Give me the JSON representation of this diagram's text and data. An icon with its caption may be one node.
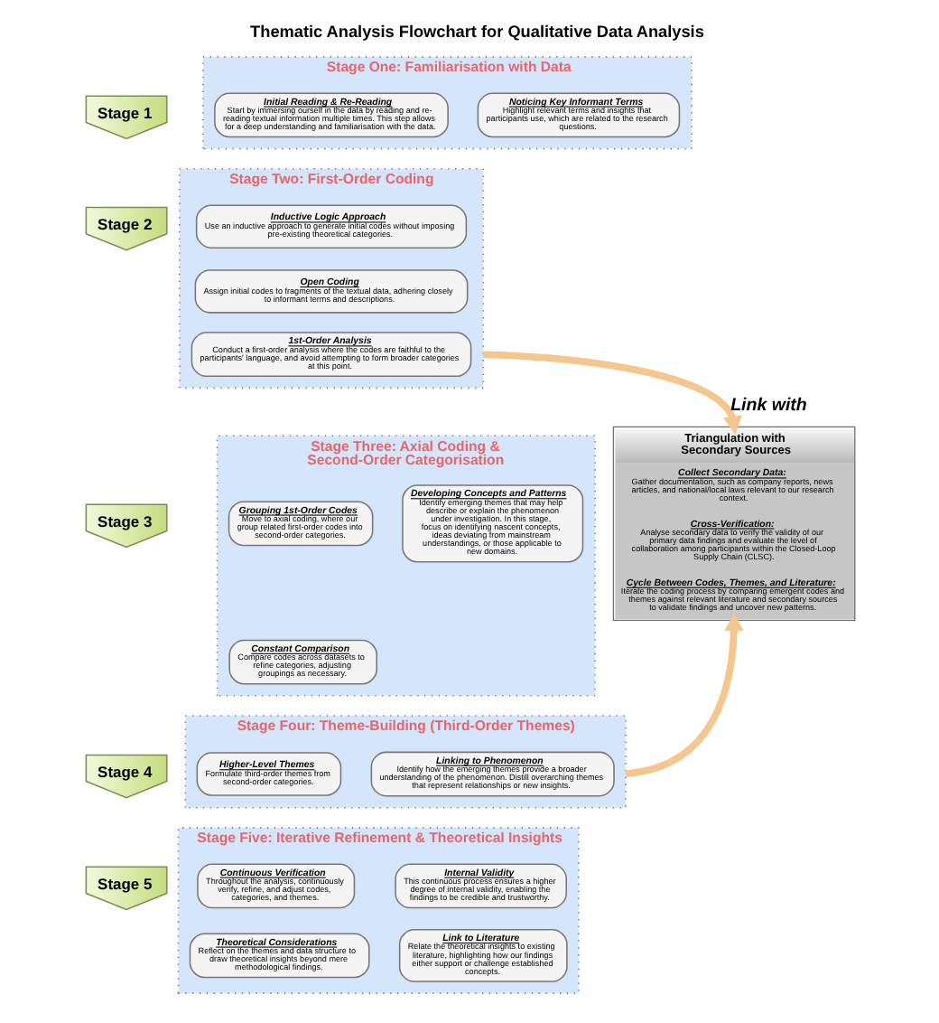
{
  "diagram": {
    "title": "Thematic Analysis Flowchart for Qualitative Data Analysis",
    "nodes": [
      {
        "text": [
          "Stage 1"
        ]
      },
      {
        "text": [
          "Stage One: Familiarisation with Data"
        ]
      },
      {
        "text": [
          "Initial Reading & Re-Reading",
          "Start by immersing ourself in the data by reading and re-reading textual information multiple times. This step allows for a deep understanding and familiarisation with the data."
        ],
        "in": 1
      },
      {
        "text": [
          "Noticing Key Informant Terms",
          "Highlight relevant terms and insights that participants use, which are related to the research questions."
        ],
        "in": 1
      },
      {
        "text": [
          "Stage 2"
        ]
      },
      {
        "text": [
          "Stage Two: First-Order Coding"
        ]
      },
      {
        "text": [
          "Inductive Logic Approach",
          "Use an inductive approach to generate initial codes without imposing pre-existing theoretical categories."
        ],
        "in": 5
      },
      {
        "text": [
          "Open Coding",
          "Assign initial codes to fragments of the textual data, adhering closely to informant terms and descriptions."
        ],
        "in": 5
      },
      {
        "text": [
          "1st-Order Analysis",
          "Conduct a first-order analysis where the codes are faithful to the participants' language, and avoid attempting to form broader categories at this point."
        ],
        "in": 5
      },
      {
        "text": [
          "Stage 3"
        ]
      },
      {
        "text": [
          "Stage Three: Axial Coding & Second-Order Categorisation"
        ]
      },
      {
        "text": [
          "Grouping 1st-Order Codes",
          "Move to axial coding, where our group related first-order codes into second-order categories."
        ],
        "in": 10
      },
      {
        "text": [
          "Developing Concepts and Patterns",
          "Identify emerging themes that may help describe or explain the phenomenon under investigation. In this stage, focus on identifying nascent concepts, ideas deviating from mainstream understandings, or those applicable to new domains."
        ],
        "in": 10
      },
      {
        "text": [
          "Constant Comparison",
          "Compare codes across datasets to refine categories, adjusting groupings as necessary."
        ],
        "in": 10
      },
      {
        "text": [
          "Stage 4"
        ]
      },
      {
        "text": [
          "Stage Four: Theme-Building (Third-Order Themes)"
        ]
      },
      {
        "text": [
          "Higher-Level Themes",
          "Formulate third-order themes from second-order categories."
        ],
        "in": 15
      },
      {
        "text": [
          "Linking to Phenomenon",
          "Identify how the emerging themes provide a broader understanding of the phenomenon. Distill overarching themes that represent relationships or new insights."
        ],
        "in": 15
      },
      {
        "text": [
          "Stage 5"
        ]
      },
      {
        "text": [
          "Stage Five: Iterative Refinement & Theoretical Insights"
        ]
      },
      {
        "text": [
          "Continuous Verification",
          "Throughout the analysis, continuously verify, refine, and adjust codes, categories, and themes."
        ],
        "in": 19
      },
      {
        "text": [
          "Internal Validity",
          "This continuous process ensures a higher degree of internal validity, enabling the findings to be credible and trustworthy."
        ],
        "in": 19
      },
      {
        "text": [
          "Theoretical Considerations",
          "Reflect on the themes and data structure to draw theoretical insights beyond mere methodological findings."
        ],
        "in": 19
      },
      {
        "text": [
          "Link to Literature",
          "Relate the theoretical insights to existing literature, highlighting how our findings either support or challenge established concepts."
        ],
        "in": 19
      },
      {
        "text": [
          "Triangulation with Secondary Sources",
          "Collect Secondary Data:",
          "Gather documentation, such as company reports, news articles, and national/local laws relevant to our research context.",
          "Cross-Verification:",
          "Analyse secondary data to verify the validity of our primary data findings and evaluate the level of collaboration among participants within the Closed-Loop Supply Chain (CLSC).",
          "Cycle Between Codes, Themes, and Literature:",
          "Iterate the coding process by comparing emergent codes and themes against relevant literature and secondary sources to validate findings and uncover new patterns."
        ]
      }
    ],
    "edges": [
      {
        "from": 5,
        "to": 24,
        "arrow": "to",
        "label": "Link with"
      },
      {
        "from": 15,
        "to": 24,
        "arrow": "to"
      }
    ]
  }
}
